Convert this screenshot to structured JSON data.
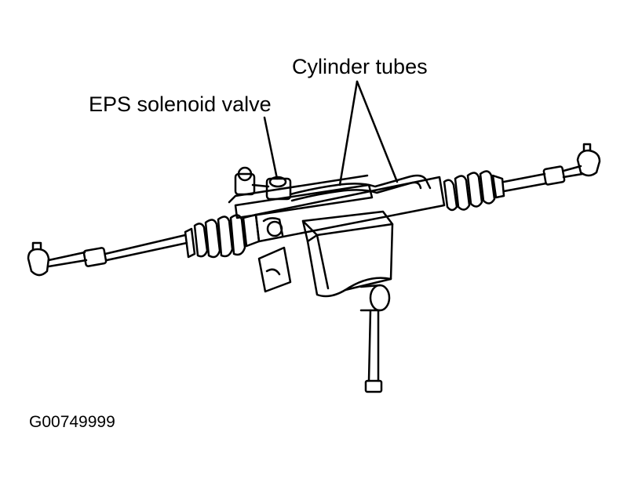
{
  "labels": {
    "cylinder_tubes": "Cylinder tubes",
    "eps_solenoid_valve": "EPS solenoid valve",
    "figure_id": "G00749999"
  },
  "colors": {
    "ink": "#000000",
    "paper": "#ffffff"
  }
}
